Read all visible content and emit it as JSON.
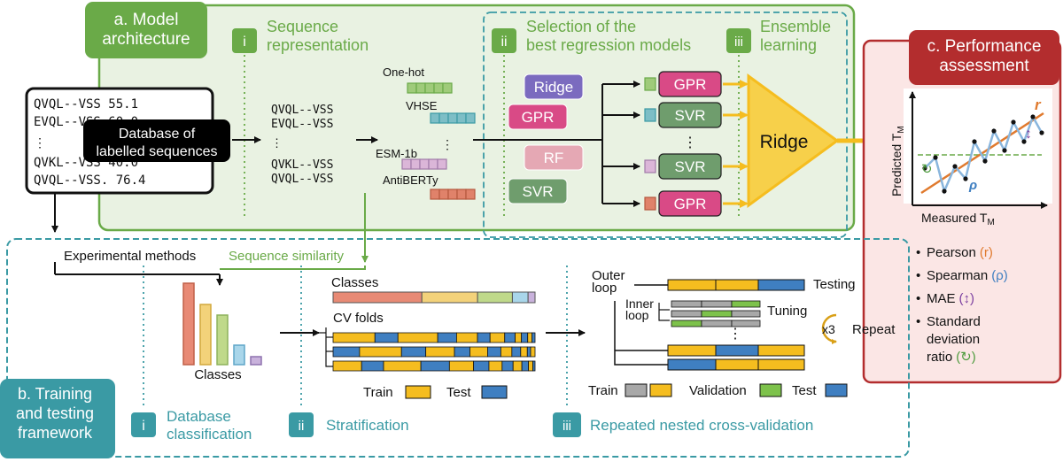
{
  "colors": {
    "green_border": "#6aaa48",
    "green_fill": "#e9f2e2",
    "teal": "#3a9aa4",
    "teal_fill": "#ecf5f6",
    "red": "#b32d2e",
    "red_fill": "#fbe6e5",
    "yellow": "#f5bd1f",
    "blue": "#3f7fc1",
    "gpr": "#d94a86",
    "ridge": "#7b6bbf",
    "svr": "#6f9d6d",
    "rf": "#e5a8b4"
  },
  "panel_a": {
    "badge": "a. Model\narchitecture",
    "sub_i_num": "i",
    "sub_i_title": "Sequence\nrepresentation",
    "sub_ii_num": "ii",
    "sub_ii_title": "Selection of the\nbest regression models",
    "sub_iii_num": "iii",
    "sub_iii_title": "Ensemble\nlearning",
    "db_rows": [
      "QVQL--VSS  55.1",
      "EVQL--VSS  60.0",
      "⋮",
      "QVKL--VSS  40.0",
      "QVQL--VSS. 76.4"
    ],
    "db_label": "Database of\nlabelled sequences",
    "seq_rows": [
      "QVQL--VSS",
      "EVQL--VSS",
      "⋮",
      "QVKL--VSS",
      "QVQL--VSS"
    ],
    "embeddings": [
      "One-hot",
      "VHSE",
      "ESM-1b",
      "AntiBERTy"
    ],
    "embed_dots": "⋮",
    "models": [
      "Ridge",
      "GPR",
      "RF",
      "SVR"
    ],
    "selected": [
      "GPR",
      "SVR",
      "SVR",
      "GPR"
    ],
    "selected_dots": "⋮",
    "ensemble": "Ridge"
  },
  "panel_b": {
    "badge": "b. Training\nand testing\nframework",
    "exp_methods": "Experimental methods",
    "seq_similarity": "Sequence similarity",
    "sub_i_num": "i",
    "sub_i_title": "Database\nclassification",
    "sub_ii_num": "ii",
    "sub_ii_title": "Stratification",
    "sub_iii_num": "iii",
    "sub_iii_title": "Repeated nested cross-validation",
    "classes_bars_label": "Classes",
    "classes_strip_label": "Classes",
    "cv_folds": "CV folds",
    "train": "Train",
    "test": "Test",
    "outer_loop": "Outer\nloop",
    "inner_loop": "Inner\nloop",
    "testing": "Testing",
    "tuning": "Tuning",
    "loop_dots": "⋮",
    "x3": "x3",
    "repeat": "Repeat",
    "legend_train": "Train",
    "legend_validation": "Validation",
    "legend_test": "Test"
  },
  "panel_c": {
    "badge": "c. Performance\nassessment",
    "ylabel": "Predicted T",
    "ylabel_sub": "M",
    "xlabel": "Measured T",
    "xlabel_sub": "M",
    "r_symbol": "r",
    "rho_symbol": "ρ",
    "metrics": [
      "Pearson",
      "Spearman",
      "MAE",
      "Standard\ndeviation\nratio"
    ],
    "metric_symbols": [
      "(r)",
      "(ρ)",
      "(↕)",
      "(↻)"
    ]
  }
}
